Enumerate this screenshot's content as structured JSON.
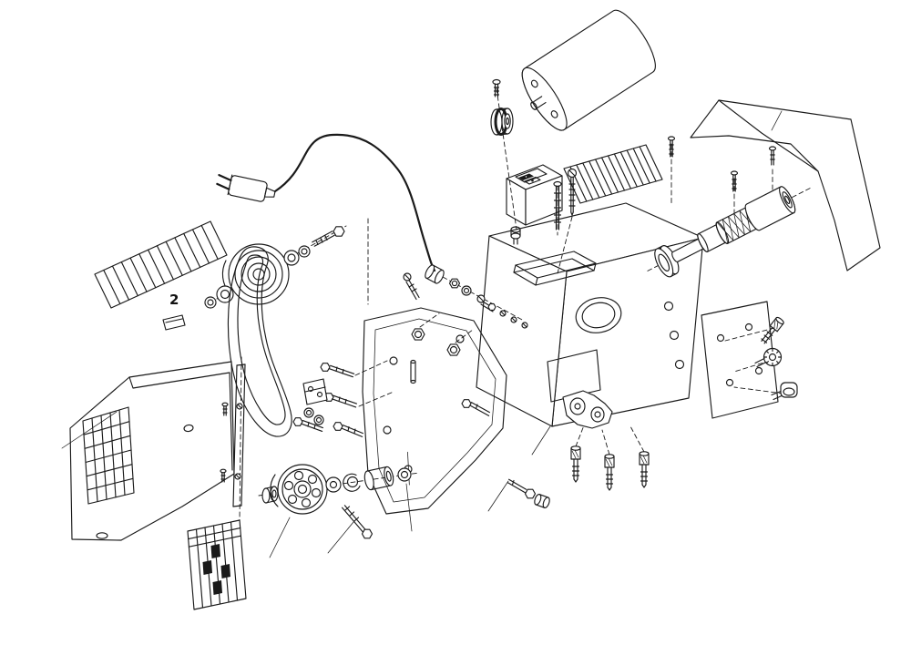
{
  "diagram": {
    "type": "exploded-parts-diagram",
    "background": "#ffffff",
    "line_color": "#1a1a1a",
    "callouts": [
      {
        "label": "2"
      }
    ],
    "parts": [
      "electric-motor",
      "motor-mount-screw",
      "run-capacitor",
      "power-switch",
      "switch-mount-screw",
      "vent-grille-top",
      "vent-grille-left",
      "belt-guard-cover",
      "cover-screw-a",
      "cover-screw-b",
      "cover-screw-c",
      "spindle-shaft",
      "spindle-bearing",
      "machine-base-housing",
      "stud-screw",
      "power-plug",
      "power-cord",
      "cord-grommet",
      "cord-nut",
      "cord-washer",
      "cord-screw",
      "terminal-screws",
      "hex-nut-a",
      "hex-nut-b",
      "stepped-pulley",
      "pulley-washers",
      "pulley-bolt",
      "v-belt",
      "retainer-clip",
      "side-cover",
      "cover-grid-decal",
      "hinge-strip",
      "hinge-screws",
      "spec-sticker",
      "mounting-plate",
      "plate-bolts",
      "angle-bracket",
      "plate-washers",
      "set-screw",
      "dowel-pin",
      "spacer-sleeve",
      "spoked-pulley",
      "end-cap",
      "flat-washer",
      "retaining-ring",
      "spacer-bushing",
      "bushing",
      "pulley-bolt-long",
      "motor-bracket",
      "bracket-screws",
      "side-window-panel",
      "panel-screw",
      "knurled-knob",
      "cap-knob"
    ]
  }
}
